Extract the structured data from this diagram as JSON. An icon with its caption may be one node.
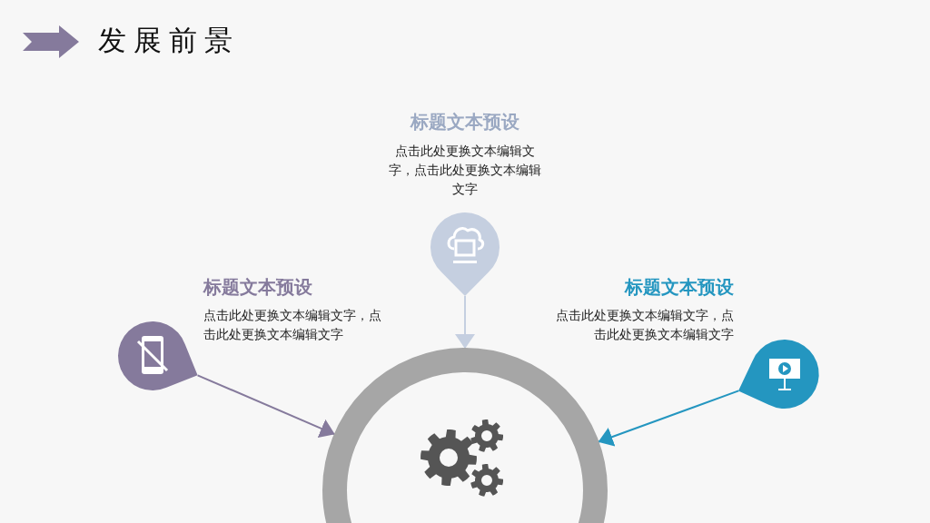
{
  "diagram": {
    "title": "发展前景",
    "nodes": [
      {
        "text": [],
        "shape": "pin",
        "beside": [
          "标题文本预设",
          "点击此处更换文本编辑文字，点击此处更换文本编辑文字"
        ]
      },
      {
        "text": [],
        "shape": "pin",
        "beside": [
          "标题文本预设",
          "点击此处更换文本编辑文字，点击此处更换文本编辑文字"
        ]
      },
      {
        "text": [],
        "shape": "pin",
        "beside": [
          "标题文本预设",
          "点击此处更换文本编辑文字，点击此处更换文本编辑文字"
        ]
      },
      {
        "text": [],
        "shape": "circle"
      }
    ],
    "edges": [
      {
        "from": 0,
        "to": 3,
        "arrow": "to",
        "color": "#c5cfe0"
      },
      {
        "from": 1,
        "to": 3,
        "arrow": "to",
        "color": "#857a9c"
      },
      {
        "from": 2,
        "to": 3,
        "arrow": "to",
        "color": "#2496c0"
      }
    ]
  }
}
